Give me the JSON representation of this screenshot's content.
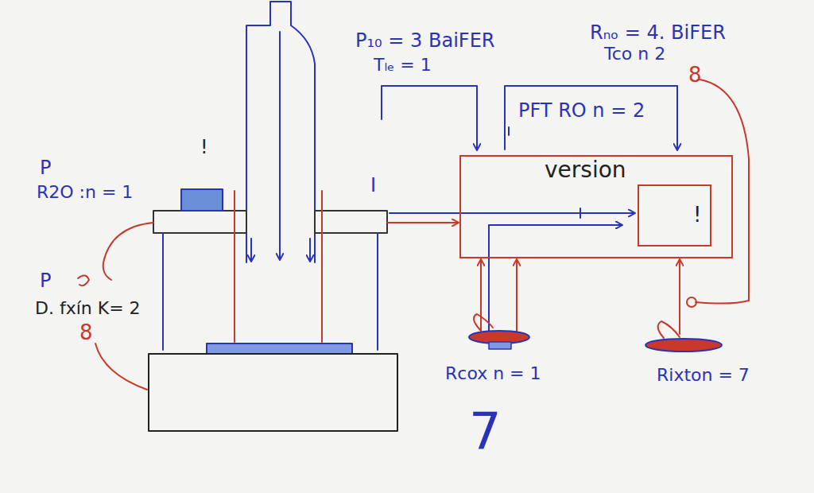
{
  "diagram": {
    "nodes": [
      {
        "text": [
          "version"
        ]
      },
      {
        "text": [
          "!"
        ],
        "in": 0
      }
    ],
    "labels": [
      "P₁₀ = 3 BaiFER",
      "Tₗₑ = 1",
      "Rₙₒ = 4. BiFER",
      "Tco n 2",
      "8",
      "PFT RO n = 2",
      "!",
      "P",
      "R2O :n = 1",
      "I",
      "P",
      "D. fxín K= 2",
      "8",
      "Rcox n = 1",
      "Rixton = 7",
      "7"
    ]
  }
}
